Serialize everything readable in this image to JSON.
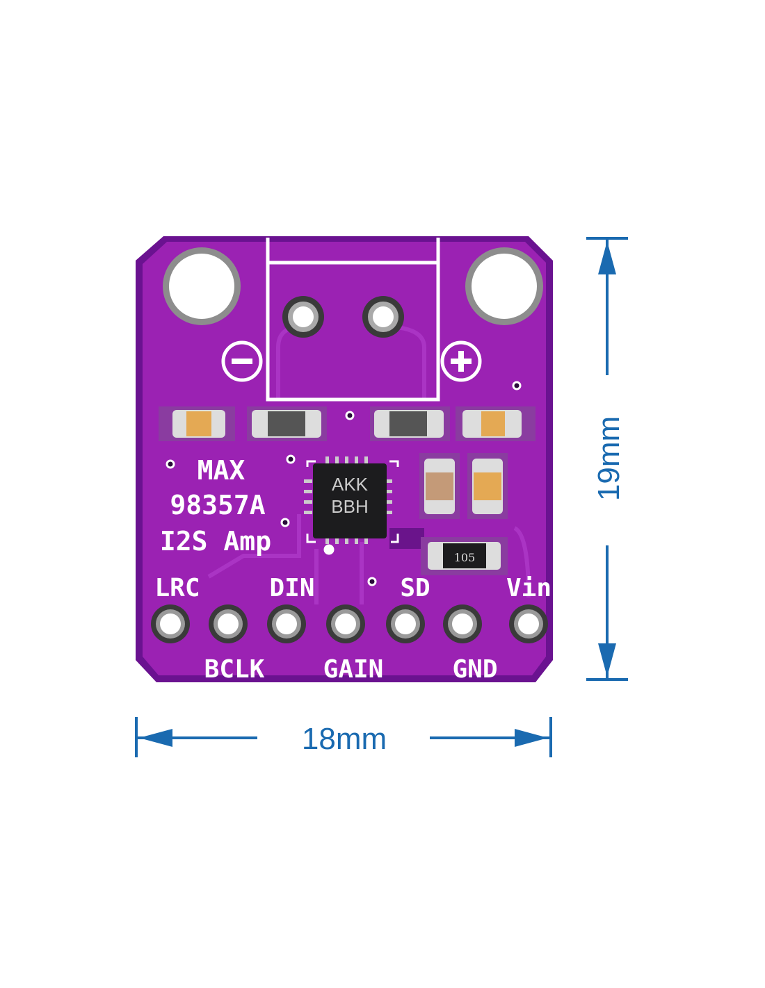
{
  "board": {
    "silkscreen": {
      "line1": "MAX",
      "line2": "98357A",
      "line3": "I2S Amp",
      "minus": "−",
      "plus": "+"
    },
    "chip_marking": {
      "line1": "AKK",
      "line2": "BBH"
    },
    "resistor_marking": "105",
    "pins_top_labels": [
      "LRC",
      "DIN",
      "SD",
      "Vin"
    ],
    "pins_bottom_labels": [
      "BCLK",
      "GAIN",
      "GND"
    ],
    "colors": {
      "pcb": "#9b22b3",
      "pcb_dark": "#6a1290",
      "dimension": "#1a6ab0"
    }
  },
  "dimensions": {
    "height": "19mm",
    "width": "18mm"
  }
}
